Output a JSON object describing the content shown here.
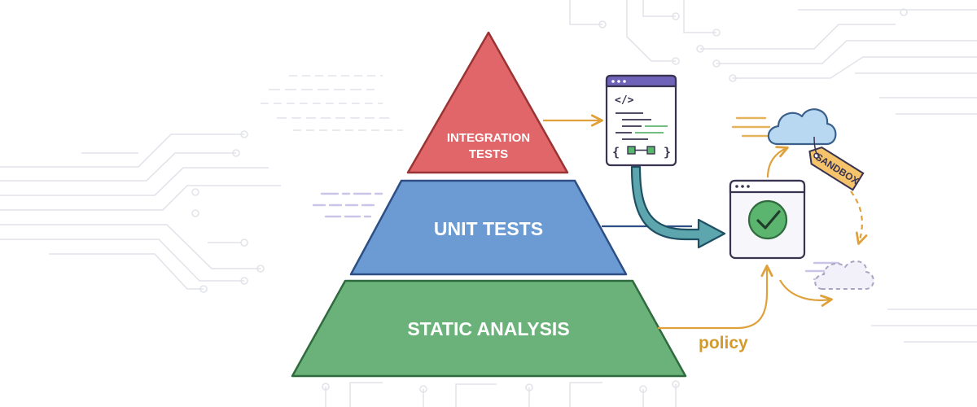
{
  "pyramid": {
    "top_line1": "INTEGRATION",
    "top_line2": "TESTS",
    "middle": "UNIT TESTS",
    "bottom": "STATIC ANALYSIS"
  },
  "labels": {
    "policy": "policy",
    "sandbox_tag": "SANDBOX"
  },
  "colors": {
    "integration_fill": "#e0666a",
    "unit_fill": "#6b9bd2",
    "static_fill": "#6ab27a",
    "arrow_orange": "#dfa13b",
    "arrow_teal": "#3f8c96",
    "window_bar": "#6e63b8",
    "check_green": "#5cb56e",
    "cloud_blue": "#b8d8f2"
  },
  "icons": {
    "code_window": "code-editor-icon",
    "check_window": "checkmark-window-icon",
    "cloud_active": "cloud-icon",
    "cloud_ghost": "dashed-cloud-icon",
    "tag": "tag-icon"
  }
}
